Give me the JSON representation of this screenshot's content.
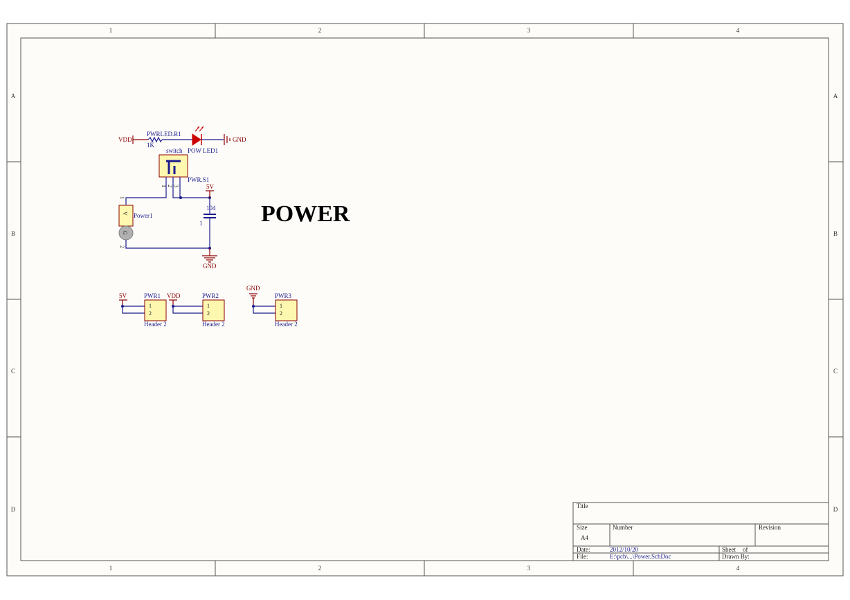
{
  "sheet_title": "POWER",
  "zones": {
    "columns": [
      "1",
      "2",
      "3",
      "4"
    ],
    "rows": [
      "A",
      "B",
      "C",
      "D"
    ]
  },
  "schematic": {
    "vdd_top": "VDD",
    "gnd_top": "GND",
    "resistor": {
      "designator": "PWRLED.R1",
      "value": "1K"
    },
    "led": {
      "designator": "POW LED1"
    },
    "switch": {
      "comment": "switch",
      "designator": "PWR.S1",
      "pins": [
        "1",
        "2",
        "3"
      ]
    },
    "net_5v": "5V",
    "capacitor": {
      "value": "104",
      "pin": "1"
    },
    "power_connector": {
      "designator": "Power1",
      "pins": [
        "1",
        "2"
      ],
      "symbol_v": "V",
      "symbol_g": "G"
    },
    "gnd_bottom": "GND",
    "headers": [
      {
        "net": "5V",
        "designator": "PWR1",
        "pins": [
          "1",
          "2"
        ],
        "comment": "Header 2"
      },
      {
        "net": "VDD",
        "designator": "PWR2",
        "pins": [
          "1",
          "2"
        ],
        "comment": "Header 2"
      },
      {
        "net": "GND",
        "designator": "PWR3",
        "pins": [
          "1",
          "2"
        ],
        "comment": "Header 2"
      }
    ]
  },
  "title_block": {
    "title_label": "Title",
    "size_label": "Size",
    "size_value": "A4",
    "number_label": "Number",
    "revision_label": "Revision",
    "date_label": "Date:",
    "date_value": "2012/10/20",
    "file_label": "File:",
    "file_value": "E:\\pcb\\...\\Power.SchDoc",
    "sheet_label": "Sheet",
    "of_label": "of",
    "drawn_label": "Drawn By:"
  },
  "colors": {
    "sheet": "#fdfcf8",
    "wire": "#1a1a8c",
    "power": "#8b0000",
    "component_fill": "#fdf7b0",
    "led": "#cc0000"
  }
}
